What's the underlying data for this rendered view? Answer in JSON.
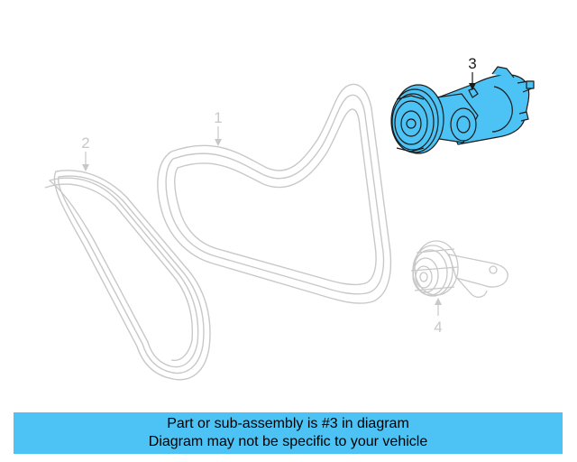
{
  "diagram": {
    "callouts": [
      {
        "id": "1",
        "label": "1"
      },
      {
        "id": "2",
        "label": "2"
      },
      {
        "id": "3",
        "label": "3"
      },
      {
        "id": "4",
        "label": "4"
      }
    ],
    "highlight_color": "#4cc3f4",
    "line_color": "#c8c8c8",
    "part_outline_color": "#1a1a1a"
  },
  "banner": {
    "line1": "Part or sub-assembly is #3 in diagram",
    "line2": "Diagram may not be specific to your vehicle",
    "background": "#4cc3f4"
  }
}
